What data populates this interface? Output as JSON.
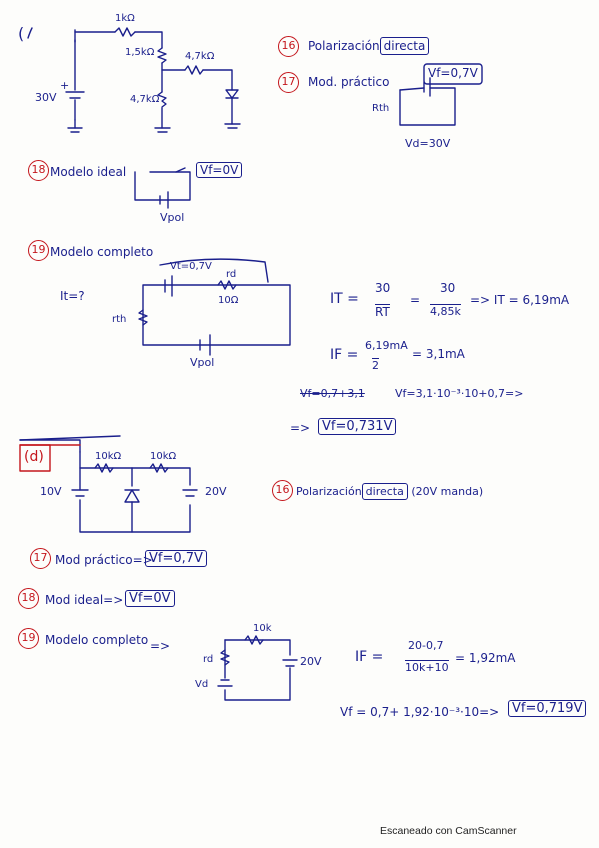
{
  "section_c": {
    "label": "(",
    "resistors": {
      "r1": "1kΩ",
      "r2": "1,5kΩ",
      "r3": "4,7kΩ",
      "r4": "4,7kΩ"
    },
    "source": "30V",
    "sign_plus": "+",
    "sign_minus": "-"
  },
  "q16": {
    "num": "16",
    "text_a": "Polarización",
    "text_b": "directa"
  },
  "q17": {
    "num": "17",
    "text": "Mod. práctico",
    "vf": "Vf=0,7V",
    "vd": "Vd=30V",
    "rd": "Rth"
  },
  "q18": {
    "num": "18",
    "text": "Modelo ideal",
    "vf": "Vf=0V",
    "vpol": "Vpol"
  },
  "q19": {
    "num": "19",
    "text": "Modelo completo",
    "vt": "Vt=0,7V",
    "rd": "rd",
    "rd_val": "10Ω",
    "rth": "rth",
    "vpol": "Vpol",
    "ieq": "It=?"
  },
  "calc_c": {
    "it_lhs": "IT =",
    "it_num1": "30",
    "it_den1": "RT",
    "it_num2": "30",
    "it_den2": "4,85k",
    "it_result": "=> IT = 6,19mA",
    "if_lhs": "IF =",
    "if_num": "6,19mA",
    "if_den": "2",
    "if_result": "= 3,1mA",
    "vf_strike": "Vf=0,7+3,1",
    "vf_line": "Vf=3,1·10⁻³·10+0,7=>",
    "vf_result": "Vf=0,731V",
    "arrow": "=>"
  },
  "section_d": {
    "label": "(d)",
    "r1": "10kΩ",
    "r2": "10kΩ",
    "src1": "10V",
    "src2": "20V"
  },
  "q16d": {
    "num": "16",
    "text_a": "Polarización",
    "text_b": "directa",
    "note": "(20V manda)"
  },
  "q17d": {
    "num": "17",
    "text": "Mod práctico=>",
    "result": "Vf=0,7V"
  },
  "q18d": {
    "num": "18",
    "text": "Mod ideal=>",
    "result": "Vf=0V"
  },
  "q19d": {
    "num": "19",
    "text": "Modelo completo",
    "arrow": "=>",
    "r": "10k",
    "rd": "rd",
    "vd": "Vd",
    "src": "20V",
    "if_lhs": "IF =",
    "if_num": "20-0,7",
    "if_den": "10k+10",
    "if_result": "= 1,92mA",
    "vf_line": "Vf = 0,7+ 1,92·10⁻³·10=>",
    "vf_result": "Vf=0,719V"
  },
  "footer": {
    "text": "Escaneado con CamScanner"
  }
}
